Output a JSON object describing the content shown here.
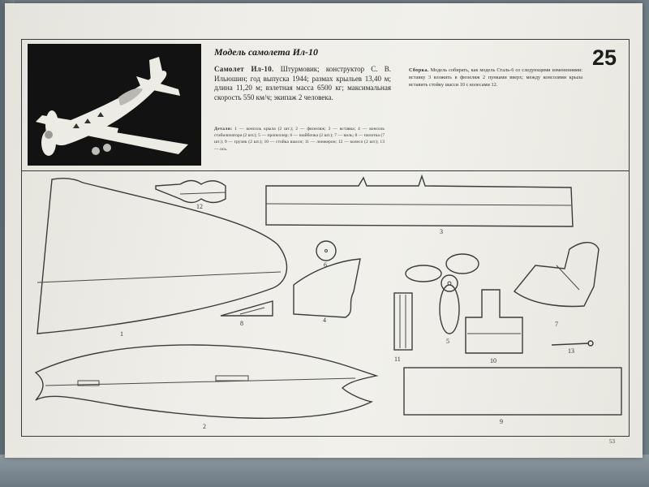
{
  "header": {
    "title": "Модель самолета Ил-10",
    "page_badge": "25"
  },
  "description": {
    "lead": "Самолет Ил-10.",
    "text": " Штурмовик; конструктор С. В. Ильюшин; год выпуска 1944; размах крыльев 13,40 м; длина 11,20 м; взлетная масса 6500 кг; максимальная скорость 550 км/ч; экипаж 2 человека."
  },
  "details": {
    "lead": "Детали:",
    "text": " 1 — консоль крыла (2 шт.); 2 — фюзеляж; 3 — вставка; 4 — консоль стабилизатора (2 шт.); 5 — пропеллер; 6 — шайбочка (2 шт.); 7 — киль; 8 — пилотка (7 шт.); 9 — грузик (2 шт.); 10 — стойка шасси; 11 — лонжерон; 12 — колесо (2 шт.); 13 — ось."
  },
  "assembly": {
    "lead": "Сборка.",
    "text": " Модель собирать, как модель Сталь-6 со следующими изменениями: вставку 3 вложить в фюзеляж 2 пунками вверх; между консолями крыла вставить стойку шасси 10 с колесами 12."
  },
  "part_labels": {
    "p1": "1",
    "p2": "2",
    "p3": "3",
    "p4": "4",
    "p5": "5",
    "p6": "6",
    "p7": "7",
    "p8": "8",
    "p9": "9",
    "p10": "10",
    "p11": "11",
    "p12": "12",
    "p13": "13"
  },
  "page_number": "53",
  "colors": {
    "ink": "#3c3c3c",
    "paper": "#efeee8",
    "photo_bg": "#121212",
    "silhouette": "#ecebe4"
  }
}
